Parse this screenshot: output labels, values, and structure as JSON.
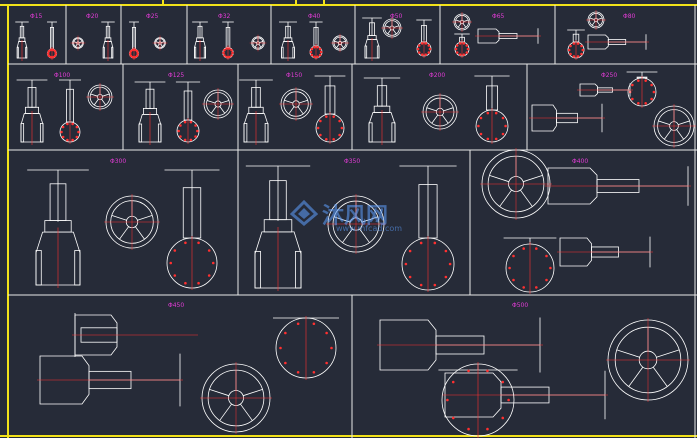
{
  "drawing": {
    "colors": {
      "background": "#262b38",
      "frame": "#f2e21a",
      "cell_border": "#e8e8e8",
      "lines": "#ffffff",
      "center_line": "#ff3030",
      "label": "#e23bd6",
      "watermark": "#5fa0ff"
    },
    "labels": {
      "d15": "Φ15",
      "d20": "Φ20",
      "d25": "Φ25",
      "d32": "Φ32",
      "d40": "Φ40",
      "d50": "Φ50",
      "d65": "Φ65",
      "d80": "Φ80",
      "d100": "Φ100",
      "d125": "Φ125",
      "d150": "Φ150",
      "d200": "Φ200",
      "d250": "Φ250",
      "d300": "Φ300",
      "d350": "Φ350",
      "d400": "Φ400",
      "d450": "Φ450",
      "d500": "Φ500"
    },
    "watermark": {
      "brand": "沐风网",
      "url": "www.mfcad.com"
    }
  }
}
